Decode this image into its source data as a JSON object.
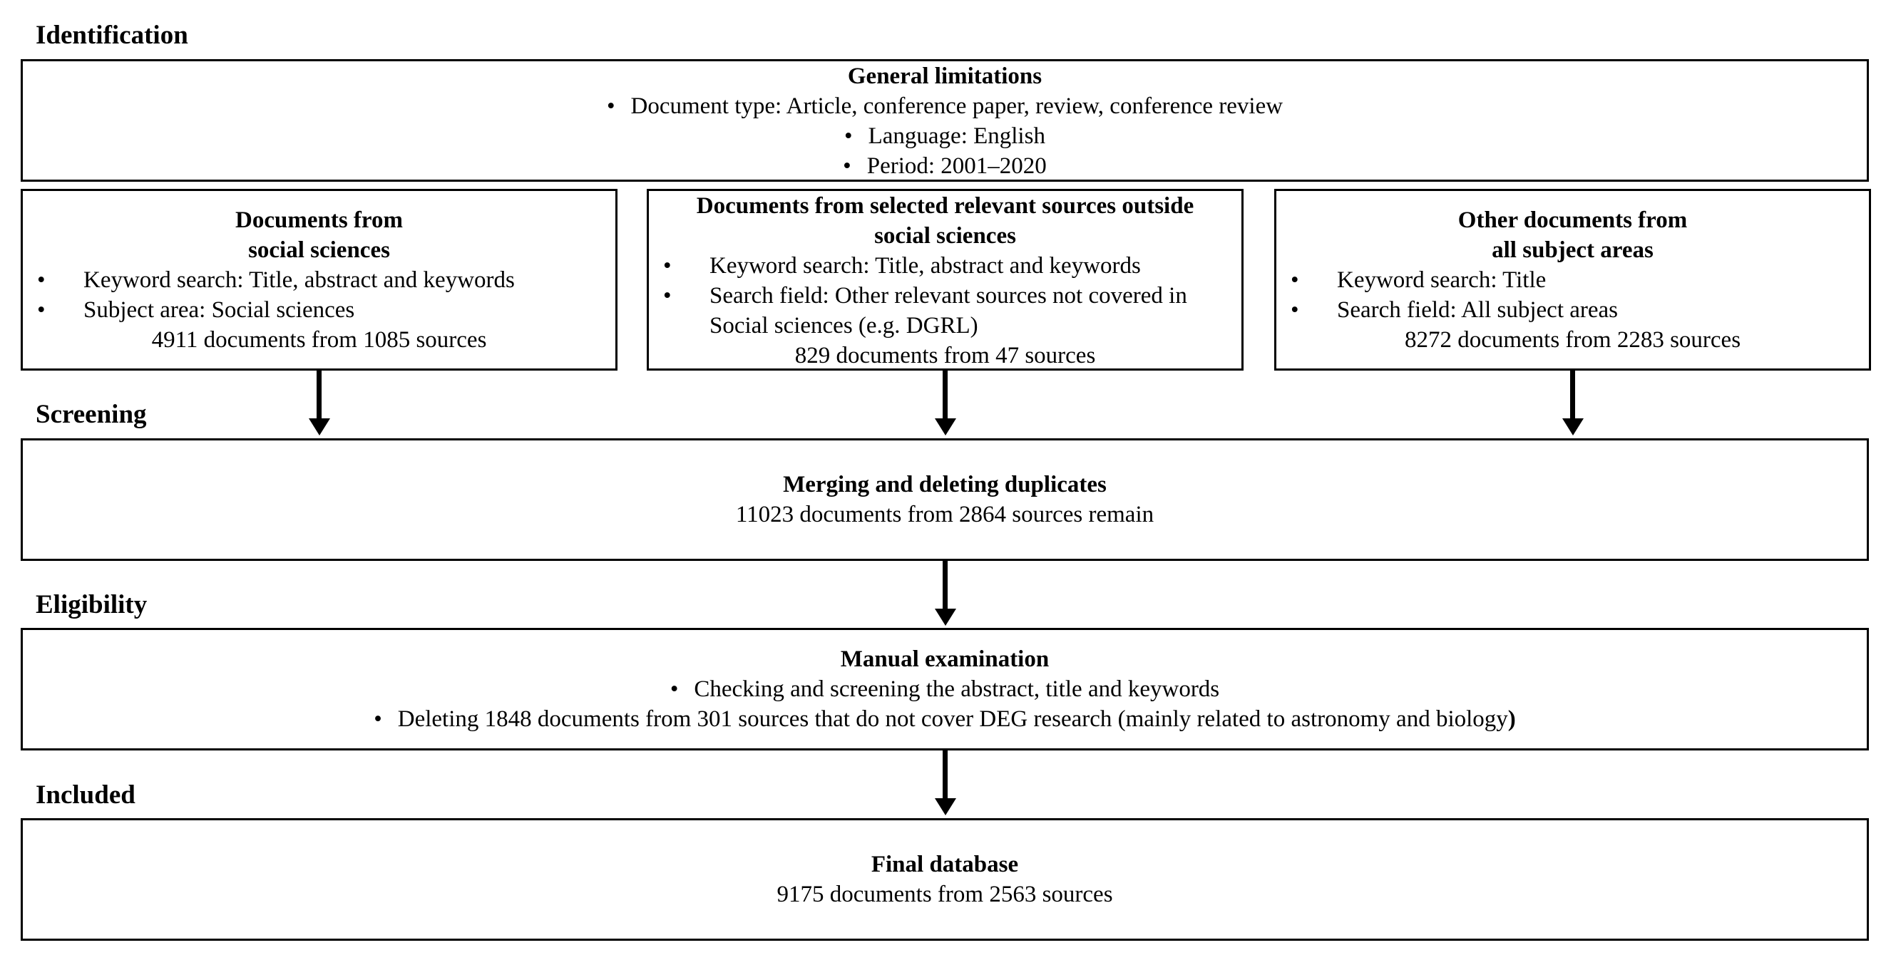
{
  "stages": {
    "identification": "Identification",
    "screening": "Screening",
    "eligibility": "Eligibility",
    "included": "Included"
  },
  "general": {
    "title": "General limitations",
    "bullets": [
      "Document type: Article, conference paper, review, conference review",
      "Language: English",
      "Period: 2001–2020"
    ]
  },
  "social": {
    "title_line1": "Documents from",
    "title_line2": "social sciences",
    "bullets": [
      "Keyword search: Title, abstract and keywords",
      "Subject area: Social sciences"
    ],
    "result": "4911 documents from 1085 sources"
  },
  "selected": {
    "title_line1": "Documents from selected relevant sources outside",
    "title_line2": "social sciences",
    "bullets": [
      "Keyword search: Title, abstract and keywords",
      "Search field: Other relevant sources not covered in"
    ],
    "continuation": "Social sciences (e.g. DGRL)",
    "result": "829 documents from 47 sources"
  },
  "other": {
    "title_line1": "Other documents from",
    "title_line2": "all subject areas",
    "bullets": [
      "Keyword search: Title",
      "Search field: All subject areas"
    ],
    "result": "8272 documents from 2283 sources"
  },
  "merging": {
    "title": "Merging and deleting duplicates",
    "result": "11023 documents from 2864 sources remain"
  },
  "manual": {
    "title": "Manual examination",
    "bullets": [
      "Checking and screening the abstract, title and keywords",
      "Deleting 1848 documents from 301 sources that do not cover DEG research (mainly related to astronomy and biology"
    ],
    "closing_paren": ")"
  },
  "final": {
    "title": "Final database",
    "result": "9175 documents from 2563 sources"
  },
  "bullet_char": "•"
}
